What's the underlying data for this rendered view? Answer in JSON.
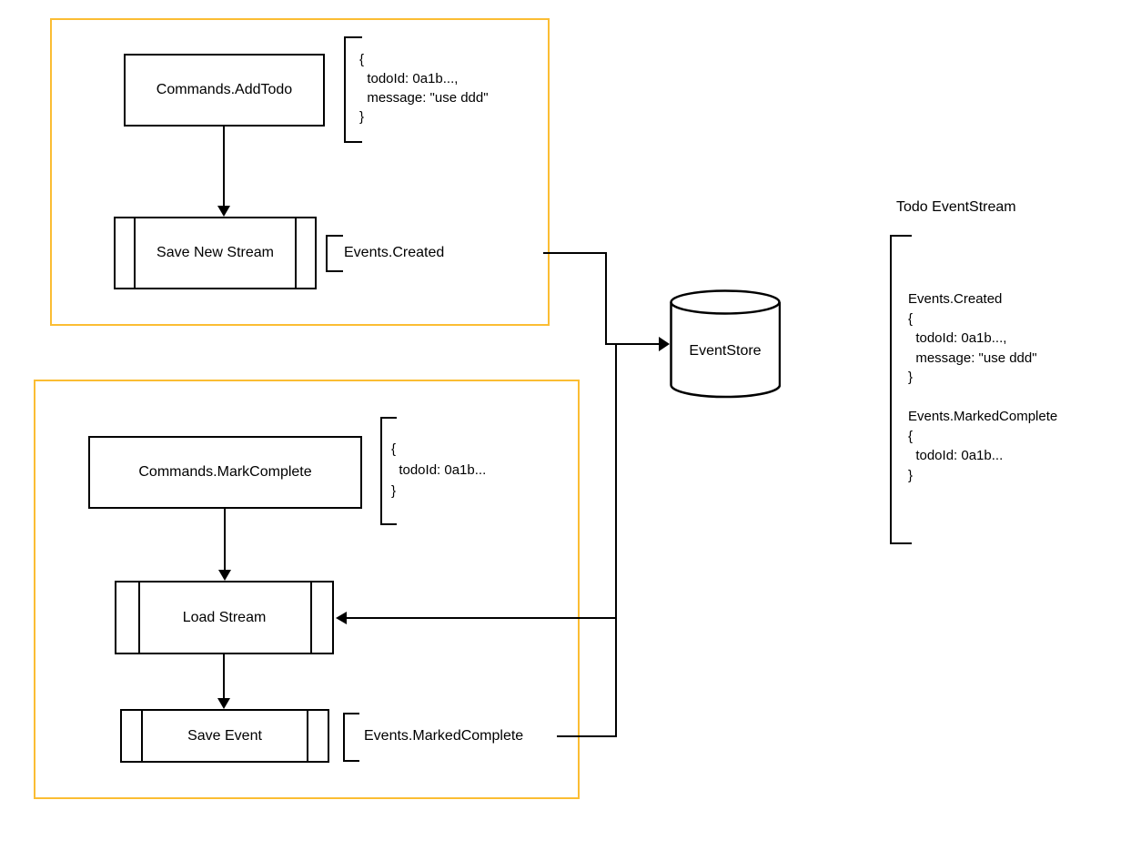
{
  "colors": {
    "group_border": "#FBBD33",
    "line": "#000000",
    "text": "#000000",
    "background": "#FFFFFF"
  },
  "nodes": {
    "command_add_todo": "Commands.AddTodo",
    "save_new_stream": "Save New Stream",
    "command_mark_complete": "Commands.MarkComplete",
    "load_stream": "Load Stream",
    "save_event": "Save Event",
    "event_store": "EventStore"
  },
  "annotations": {
    "add_todo_payload": "{\n  todoId: 0a1b...,\n  message: \"use ddd\"\n}",
    "event_created": "Events.Created",
    "mark_complete_payload": "{\n  todoId: 0a1b...\n}",
    "event_marked_complete": "Events.MarkedComplete"
  },
  "event_stream_panel": {
    "title": "Todo EventStream",
    "content": "Events.Created\n{\n  todoId: 0a1b...,\n  message: \"use ddd\"\n}\n\nEvents.MarkedComplete\n{\n  todoId: 0a1b...\n}"
  }
}
